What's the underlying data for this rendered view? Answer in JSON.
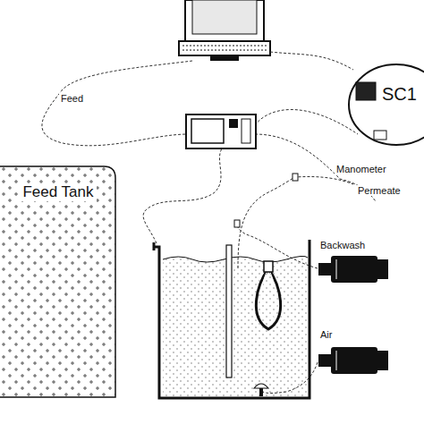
{
  "diagram": {
    "nodes": [
      {
        "text": [
          "SC1"
        ]
      },
      {
        "text": [
          "Feed Tank"
        ]
      }
    ],
    "labels": [
      "Feed",
      "Manometer",
      "Permeate",
      "Backwash",
      "Air"
    ]
  }
}
